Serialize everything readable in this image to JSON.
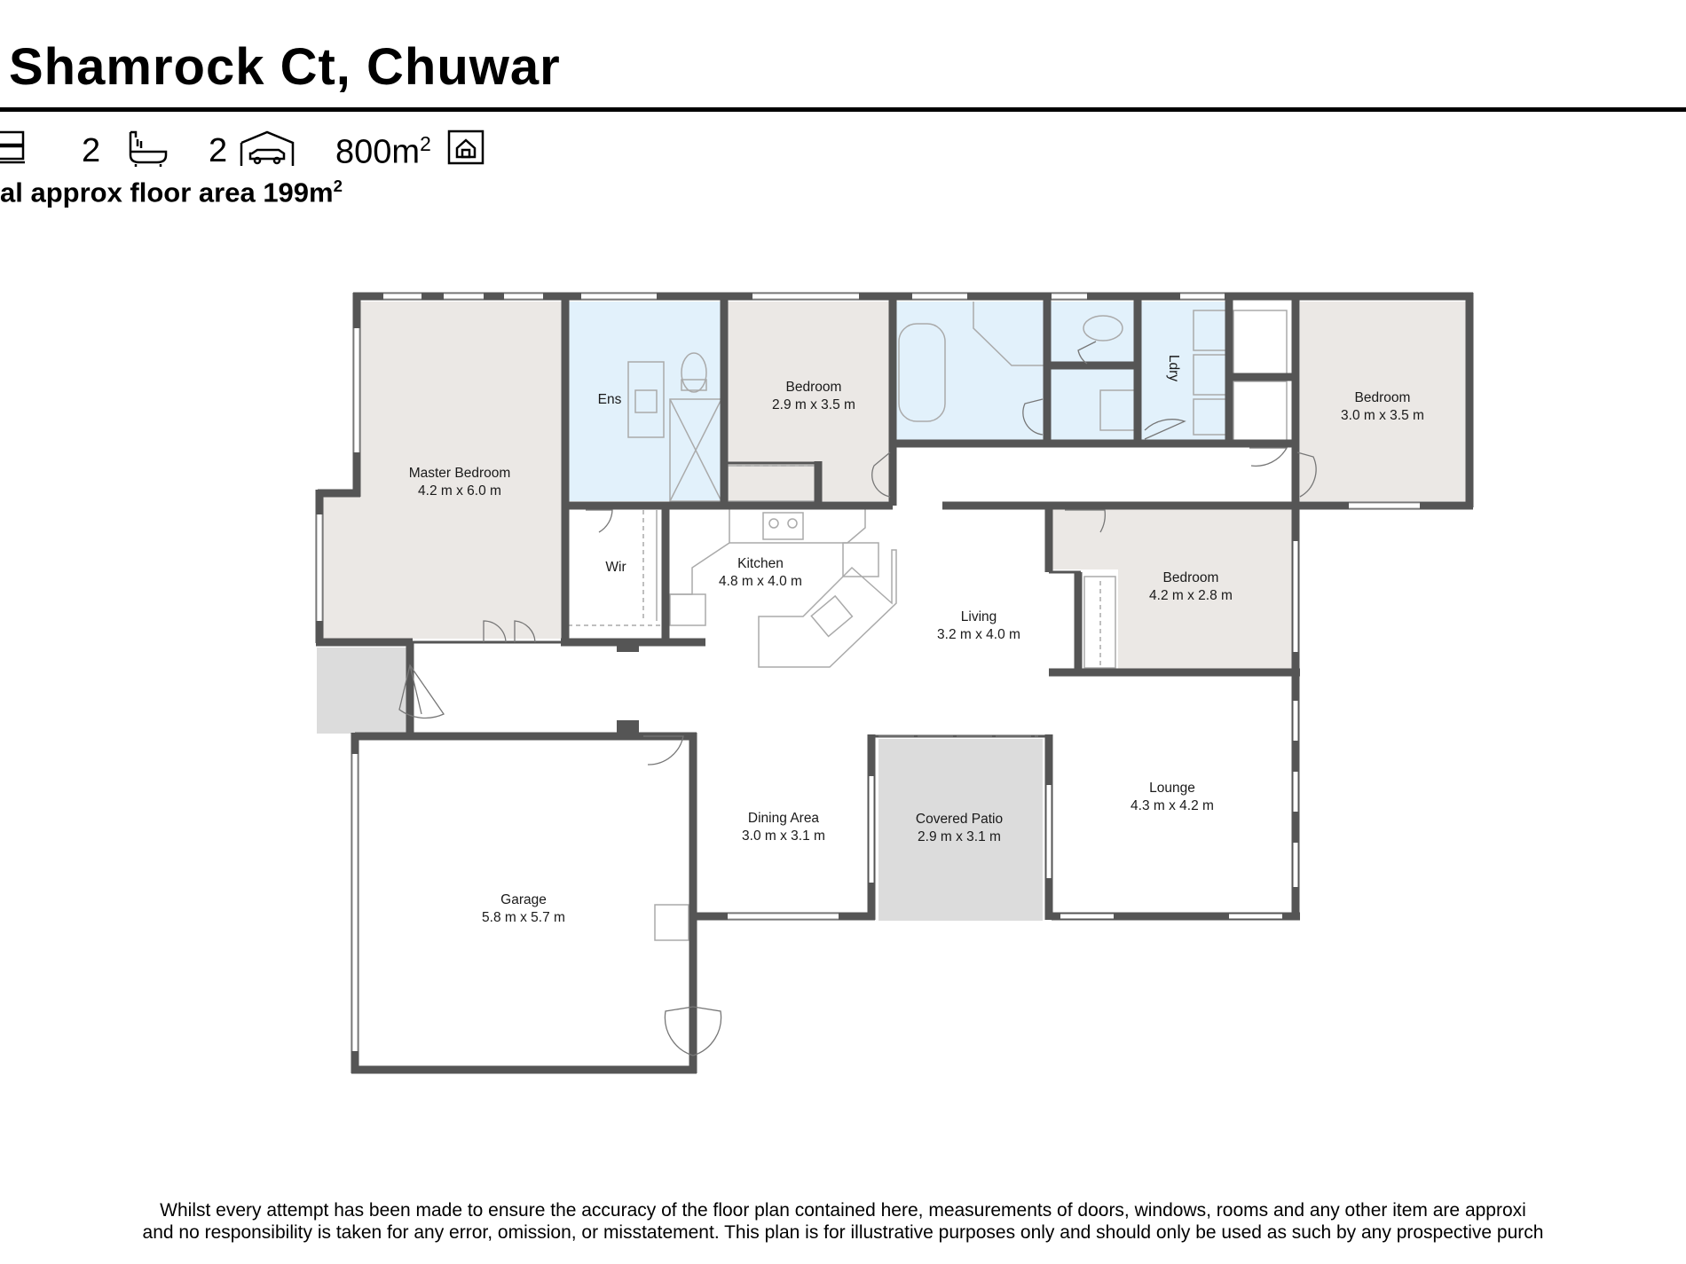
{
  "header": {
    "title": "Shamrock Ct, Chuwar",
    "baths": "2",
    "cars": "2",
    "land_area": "800m",
    "land_area_unit_sup": "2",
    "floor_area_text": "al approx floor area 199m",
    "floor_area_sup": "2"
  },
  "icons": {
    "bed": "bed-icon",
    "bath": "bath-icon",
    "car": "garage-icon",
    "land": "land-area-icon"
  },
  "colors": {
    "wall": "#555555",
    "wet_area": "#e2f1fb",
    "bedroom": "#ebe8e5",
    "patio": "#dcdcdc",
    "outline": "#b5b5b5"
  },
  "rooms": {
    "master": {
      "name": "Master Bedroom",
      "size": "4.2 m x 6.0 m"
    },
    "ens": {
      "name": "Ens"
    },
    "bed2": {
      "name": "Bedroom",
      "size": "2.9 m x 3.5 m"
    },
    "ldry": {
      "name": "Ldry"
    },
    "bed3": {
      "name": "Bedroom",
      "size": "3.0 m x 3.5 m"
    },
    "wir": {
      "name": "Wir"
    },
    "kitchen": {
      "name": "Kitchen",
      "size": "4.8 m x 4.0 m"
    },
    "living": {
      "name": "Living",
      "size": "3.2 m x 4.0 m"
    },
    "bed4": {
      "name": "Bedroom",
      "size": "4.2 m x 2.8 m"
    },
    "lounge": {
      "name": "Lounge",
      "size": "4.3 m x 4.2 m"
    },
    "dining": {
      "name": "Dining Area",
      "size": "3.0 m x 3.1 m"
    },
    "patio": {
      "name": "Covered Patio",
      "size": "2.9 m x 3.1 m"
    },
    "garage": {
      "name": "Garage",
      "size": "5.8 m x 5.7 m"
    }
  },
  "disclaimer": {
    "line1": "Whilst every attempt has been made to ensure the accuracy of the floor plan contained here, measurements of doors, windows, rooms and any other item are approxi",
    "line2": "and no responsibility is taken for any error, omission, or misstatement. This plan is for illustrative purposes only and should only be used as such by any prospective purch"
  }
}
